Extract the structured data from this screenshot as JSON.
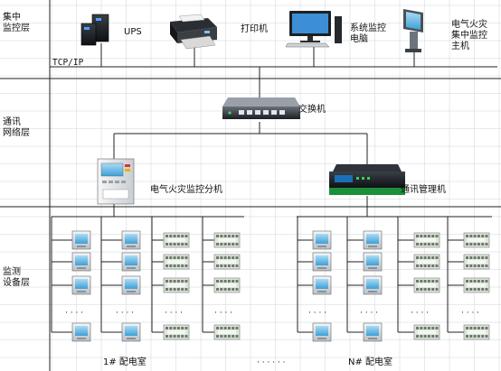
{
  "layers": {
    "central": "集中\n监控层",
    "network": "通讯\n网络层",
    "monitor": "监测\n设备层"
  },
  "protocol": "TCP/IP",
  "devices": {
    "ups": "UPS",
    "printer": "打印机",
    "computer": "系统监控\n电脑",
    "host": "电气火灾\n集中监控\n主机",
    "switch": "交换机",
    "sub_monitor": "电气火灾监控分机",
    "comm_manager": "通讯管理机"
  },
  "ellipsis_small": "· · · ·",
  "ellipsis_rooms": "· · · · · ·",
  "rooms": {
    "first": "1# 配电室",
    "nth": "N# 配电室"
  },
  "colors": {
    "line": "#222222",
    "grid": "#cfd6dd",
    "meter_screen": "#7cc4e8",
    "module_body": "#dfe6dd"
  },
  "icons": [
    "ups-icon",
    "printer-icon",
    "computer-icon",
    "kiosk-icon",
    "switch-icon",
    "monitor-unit-icon",
    "comm-manager-icon",
    "meter-icon",
    "module-icon"
  ]
}
